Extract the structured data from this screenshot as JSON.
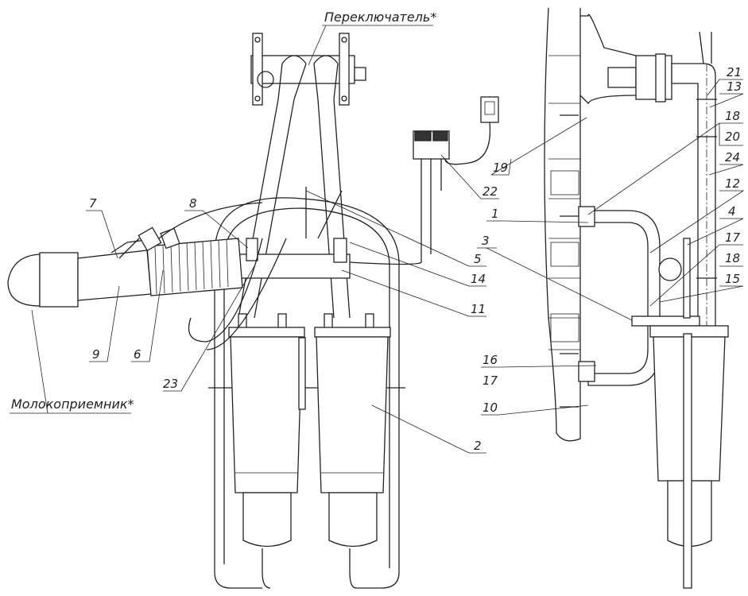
{
  "titles": {
    "switch": "Переключатель*",
    "receiver": "Молокоприемник*"
  },
  "callouts": {
    "c1": "1",
    "c2": "2",
    "c3": "3",
    "c4": "4",
    "c5": "5",
    "c6": "6",
    "c7": "7",
    "c8": "8",
    "c9": "9",
    "c10": "10",
    "c11": "11",
    "c12": "12",
    "c13": "13",
    "c14": "14",
    "c15": "15",
    "c16": "16",
    "c17a": "17",
    "c17b": "17",
    "c18a": "18",
    "c18b": "18",
    "c19": "19",
    "c20": "20",
    "c21": "21",
    "c22": "22",
    "c23": "23",
    "c24": "24"
  }
}
